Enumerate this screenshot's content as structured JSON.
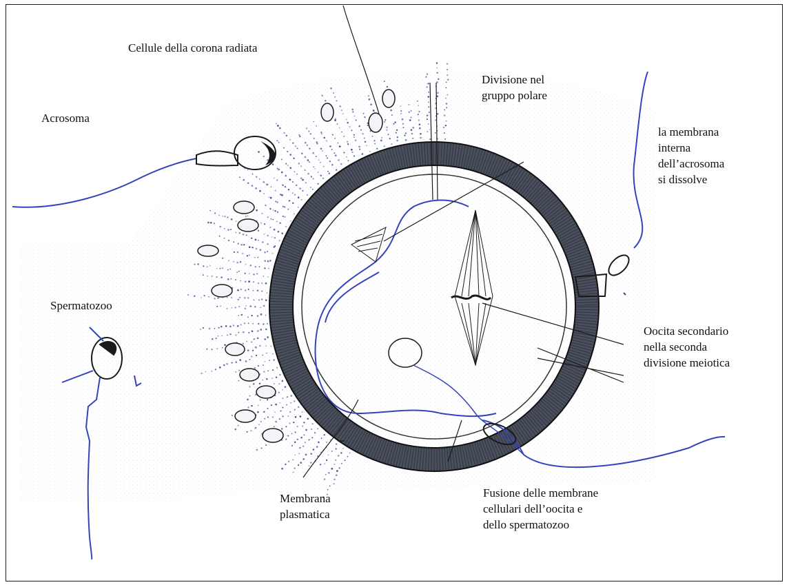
{
  "labels": {
    "corona_cells": "Cellule della corona radiata",
    "acrosome": "Acrosoma",
    "polar_division": "Divisione nel\ngruppo polare",
    "inner_membrane_dissolves": "la membrana\ninterna\ndell’acrosoma\nsi dissolve",
    "sperm": "Spermatozoo",
    "secondary_oocyte": "Oocita secondario\nnella seconda\ndivisione meiotica",
    "plasma_membrane": "Membrana\nplasmatica",
    "membrane_fusion": "Fusione delle membrane\ncellulari dell’oocita e\ndello spermatozoo"
  },
  "colors": {
    "ink": "#1a1a1a",
    "blue_line": "#3344bb",
    "stipple": "#2a3a88",
    "zona": "#4a4f5e"
  }
}
